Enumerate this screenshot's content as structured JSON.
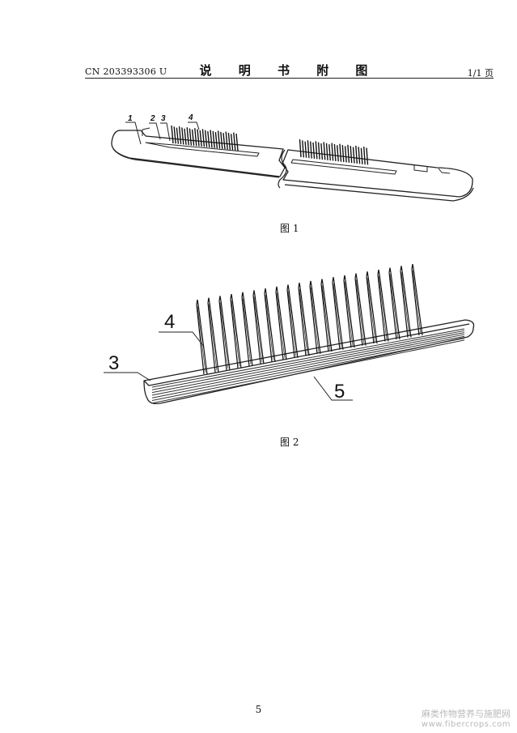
{
  "header": {
    "patent_number": "CN 203393306 U",
    "title": "说 明 书 附 图",
    "page_of": "1/1 页"
  },
  "figure1": {
    "caption": "图 1",
    "labels": [
      "1",
      "2",
      "3",
      "4"
    ]
  },
  "figure2": {
    "caption": "图 2",
    "labels": [
      "4",
      "3",
      "5"
    ]
  },
  "footer": {
    "page_number": "5"
  },
  "watermark": {
    "text": "麻类作物营养与施肥网",
    "url": "www.fibercrops.com"
  }
}
